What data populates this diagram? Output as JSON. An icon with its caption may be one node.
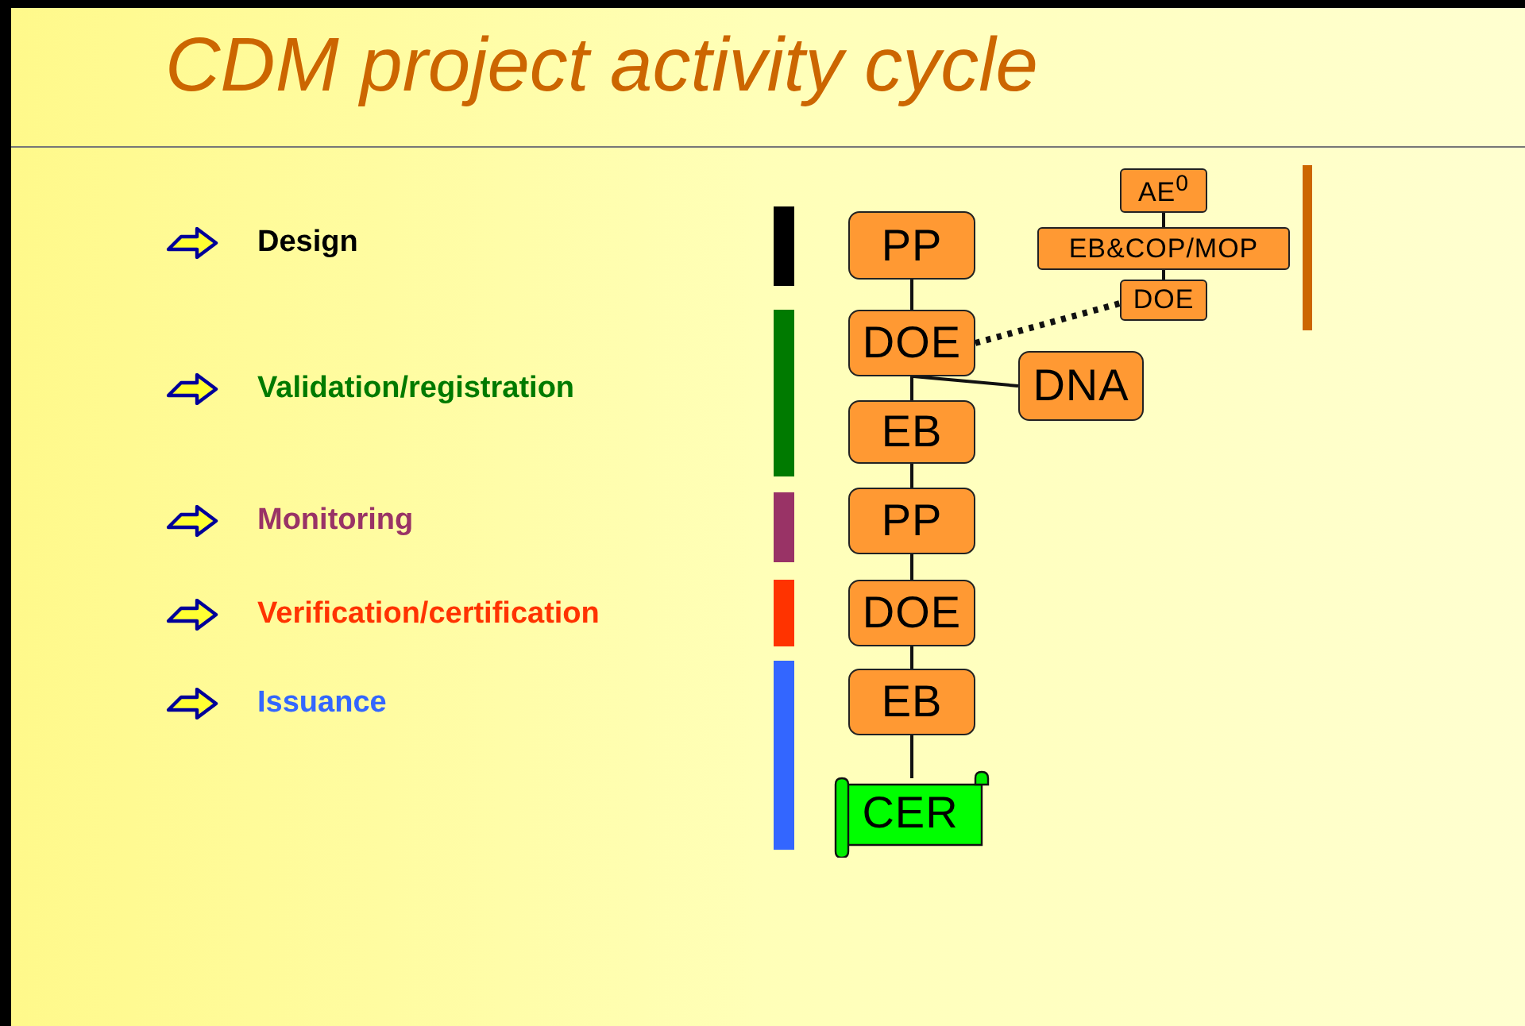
{
  "diagram": {
    "title": "CDM project activity cycle",
    "nodes": [
      {
        "text": [
          "PP"
        ]
      },
      {
        "text": [
          "DOE"
        ]
      },
      {
        "text": [
          "DNA"
        ]
      },
      {
        "text": [
          "EB"
        ]
      },
      {
        "text": [
          "PP"
        ]
      },
      {
        "text": [
          "DOE"
        ]
      },
      {
        "text": [
          "EB"
        ]
      },
      {
        "text": [
          "CER"
        ]
      },
      {
        "text": [
          "AE$^{0}$"
        ]
      },
      {
        "text": [
          "EB&COP/MOP"
        ]
      },
      {
        "text": [
          "DOE"
        ]
      }
    ],
    "edges": [
      {
        "from": 0,
        "to": 1,
        "arrow": "none"
      },
      {
        "from": 1,
        "to": 3,
        "arrow": "none"
      },
      {
        "from": 1,
        "to": 2,
        "arrow": "none"
      },
      {
        "from": 3,
        "to": 4,
        "arrow": "none"
      },
      {
        "from": 4,
        "to": 5,
        "arrow": "none"
      },
      {
        "from": 5,
        "to": 6,
        "arrow": "none"
      },
      {
        "from": 6,
        "to": 7,
        "arrow": "none"
      },
      {
        "from": 8,
        "to": 9,
        "arrow": "none"
      },
      {
        "from": 9,
        "to": 10,
        "arrow": "none"
      },
      {
        "from": 1,
        "to": 10,
        "arrow": "none",
        "style": "dashed"
      }
    ],
    "legend": [
      {
        "text": "Design",
        "color": "#000000"
      },
      {
        "text": "Validation/registration",
        "color": "#007a00"
      },
      {
        "text": "Monitoring",
        "color": "#993366"
      },
      {
        "text": "Verification/certification",
        "color": "#ff3300"
      },
      {
        "text": "Issuance",
        "color": "#3366ff"
      }
    ]
  }
}
